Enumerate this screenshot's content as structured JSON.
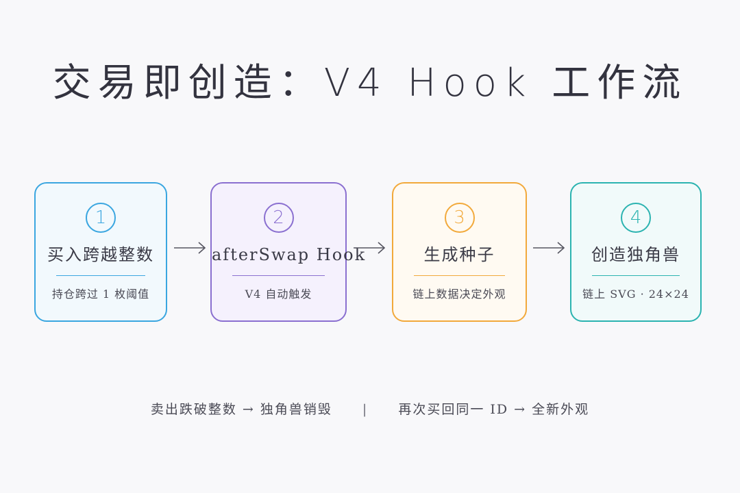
{
  "title": "交易即创造：V4 Hook 工作流",
  "steps": [
    {
      "number": "1",
      "name": "买入跨越整数",
      "desc": "持仓跨过 1 枚阈值",
      "color": "#3aa6e0",
      "bg": "#f2f9fd"
    },
    {
      "number": "2",
      "name": "afterSwap Hook",
      "desc": "V4 自动触发",
      "color": "#8a6fd0",
      "bg": "#f5f1fd"
    },
    {
      "number": "3",
      "name": "生成种子",
      "desc": "链上数据决定外观",
      "color": "#f2a93b",
      "bg": "#fffaf2"
    },
    {
      "number": "4",
      "name": "创造独角兽",
      "desc": "链上 SVG · 24×24",
      "color": "#2bb3b0",
      "bg": "#f1fafa"
    }
  ],
  "footer": {
    "left": "卖出跌破整数 → 独角兽销毁",
    "separator": "|",
    "right": "再次买回同一 ID → 全新外观"
  }
}
